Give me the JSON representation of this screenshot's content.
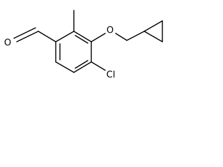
{
  "molecule": {
    "atoms": {
      "aldehyde_oxygen": "O",
      "ether_oxygen": "O",
      "chlorine": "Cl"
    },
    "colors": {
      "bond": "#000000",
      "label": "#000000",
      "background": "#ffffff"
    }
  }
}
